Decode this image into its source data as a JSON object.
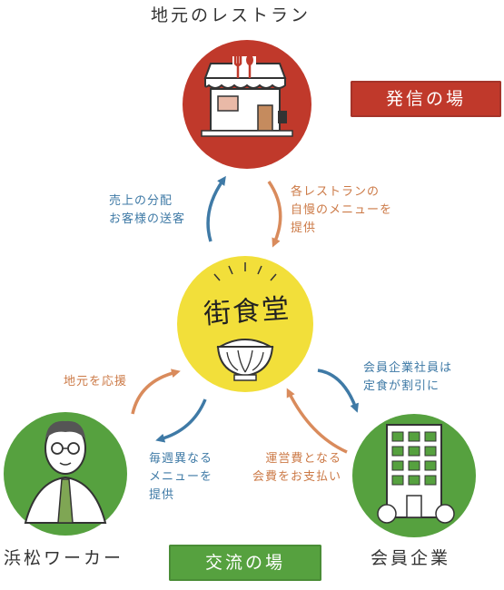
{
  "nodes": {
    "restaurant": {
      "label": "地元のレストラン"
    },
    "workers": {
      "label": "浜松ワーカー"
    },
    "companies": {
      "label": "会員企業"
    },
    "center": {
      "logo_text": "街食堂"
    }
  },
  "badges": {
    "sending": "発信の場",
    "exchange": "交流の場"
  },
  "flows": {
    "center_to_restaurant": [
      "売上の分配",
      "お客様の送客"
    ],
    "restaurant_to_center": [
      "各レストランの",
      "自慢のメニューを",
      "提供"
    ],
    "workers_to_center": [
      "地元を応援"
    ],
    "center_to_workers": [
      "毎週異なる",
      "メニューを",
      "提供"
    ],
    "center_to_companies": [
      "会員企業社員は",
      "定食が割引に"
    ],
    "companies_to_center": [
      "運営費となる",
      "会費をお支払い"
    ]
  },
  "colors": {
    "red": "#c0392b",
    "green": "#56a13f",
    "yellow": "#f2df3a",
    "blue_arrow": "#3f7aa6",
    "orange_arrow": "#d98b5c"
  }
}
